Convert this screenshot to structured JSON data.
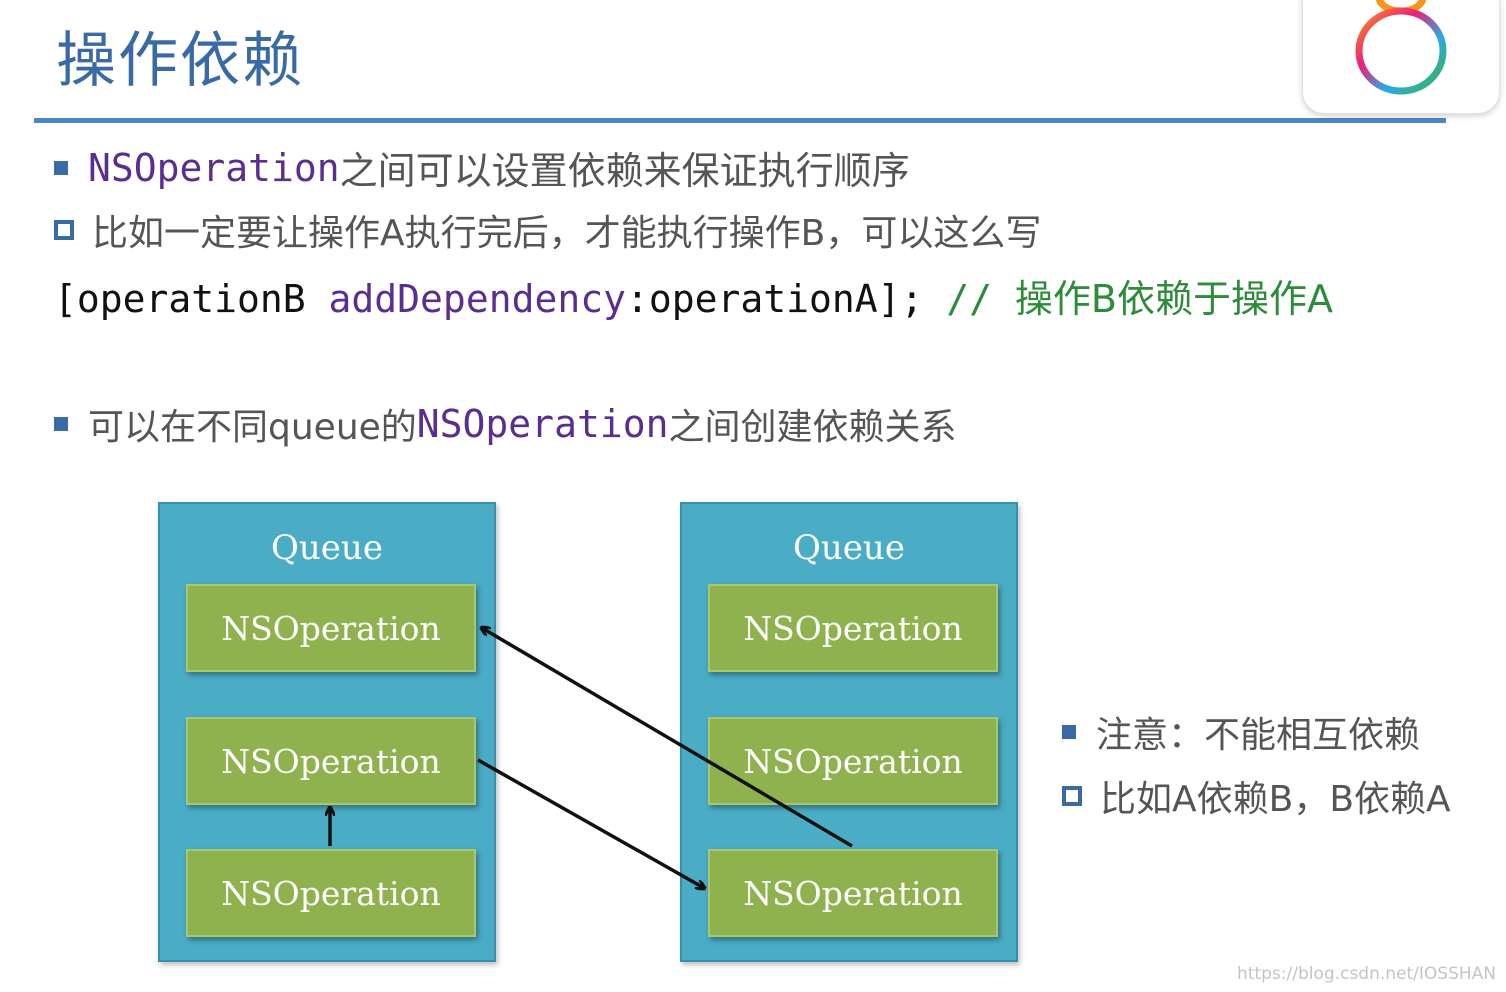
{
  "title": "操作依赖",
  "bullets": [
    {
      "code": "NSOperation",
      "text": "之间可以设置依赖来保证执行顺序"
    },
    {
      "text": "比如一定要让操作A执行完后，才能执行操作B，可以这么写"
    }
  ],
  "code": {
    "open": "[operationB ",
    "method": "addDependency",
    "rest": ":operationA]; ",
    "comment_slashes": "// ",
    "comment_text": "操作B依赖于操作A"
  },
  "bullet3": {
    "pre": "可以在不同queue的",
    "code": "NSOperation",
    "post": "之间创建依赖关系"
  },
  "diagram": {
    "queue_label": "Queue",
    "op_label": "NSOperation",
    "queue_color": "#4bacc6",
    "op_color": "#8fb24f"
  },
  "notes": [
    "注意：不能相互依赖",
    "比如A依赖B，B依赖A"
  ],
  "watermark": "https://blog.csdn.net/IOSSHAN",
  "colors": {
    "title": "#3a6aa6",
    "code_purple": "#5a2d91",
    "comment_green": "#2e8b3a"
  }
}
